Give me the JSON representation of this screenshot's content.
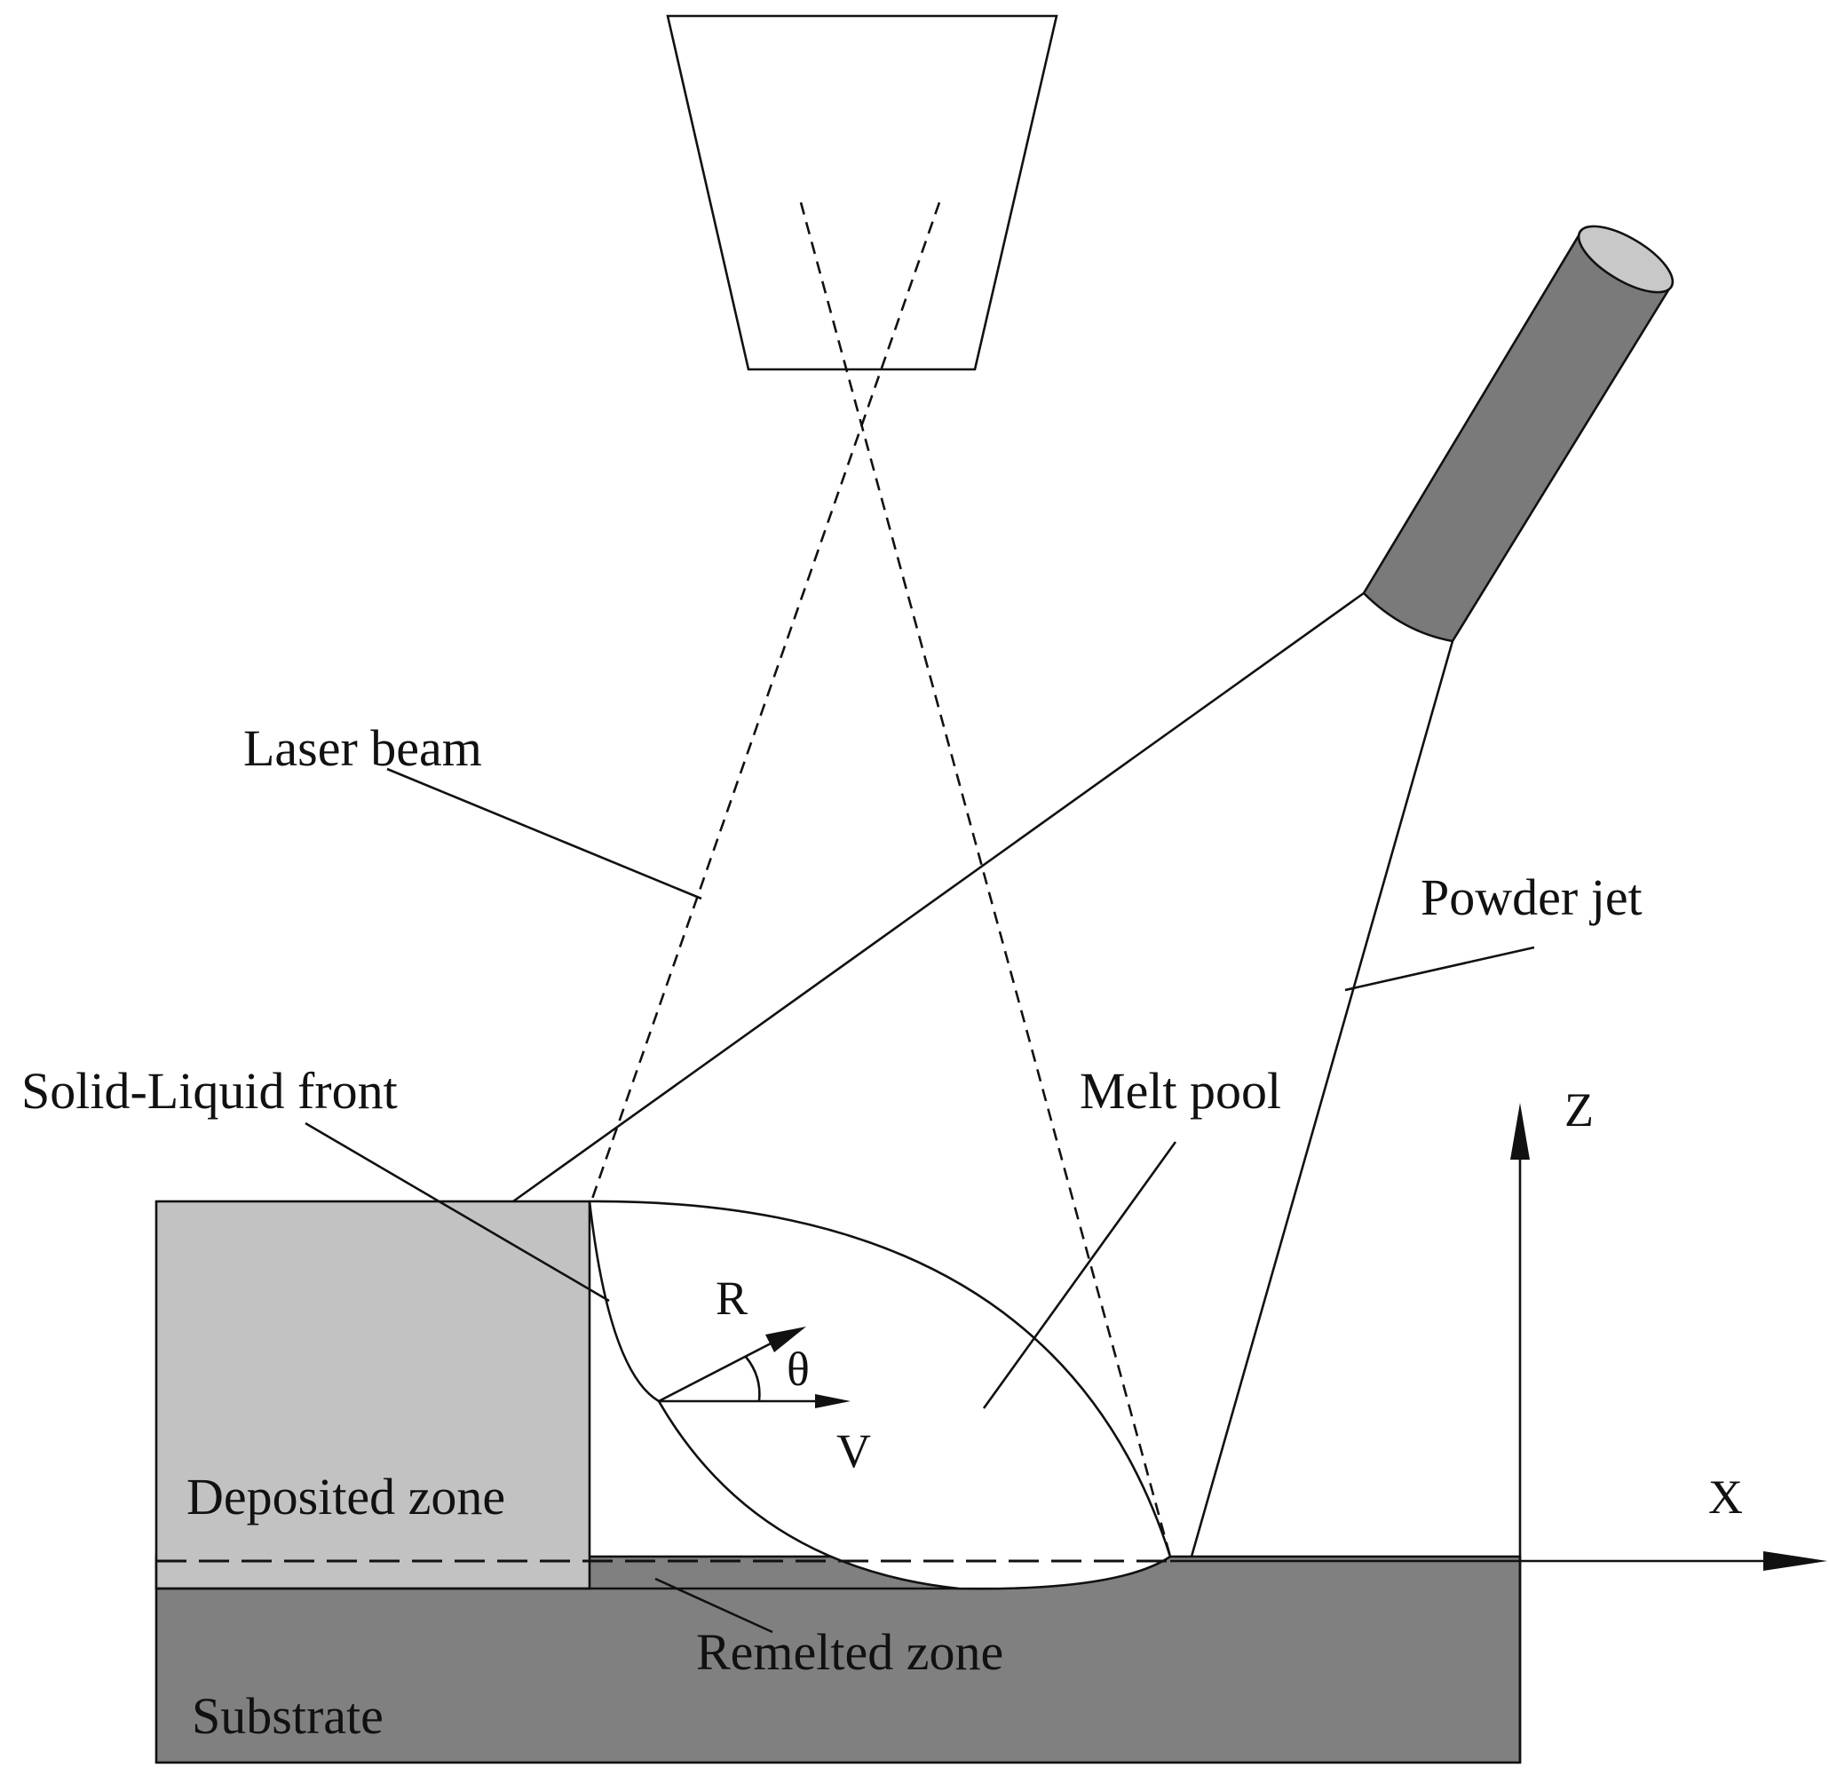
{
  "labels": {
    "laser_beam": "Laser beam",
    "powder_jet": "Powder jet",
    "solid_liquid_front": "Solid-Liquid front",
    "melt_pool": "Melt pool",
    "deposited_zone": "Deposited zone",
    "remelted_zone": "Remelted zone",
    "substrate": "Substrate"
  },
  "symbols": {
    "z_axis": "Z",
    "x_axis": "X",
    "radius": "R",
    "angle": "θ",
    "velocity": "V"
  },
  "colors": {
    "deposited_zone": "#c2c2c2",
    "substrate": "#808080",
    "nozzle_body": "#7a7a7a",
    "nozzle_cap": "#c8c8c8",
    "melt_pool": "#ffffff",
    "line": "#111111"
  }
}
